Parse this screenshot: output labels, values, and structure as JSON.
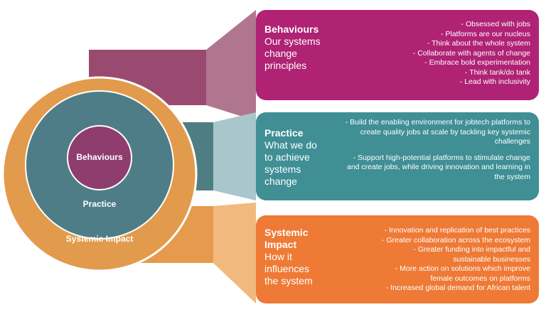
{
  "colors": {
    "behaviours": "#AF2274",
    "behaviours_band": "#B0768F",
    "behaviours_band_dark": "#9A4A70",
    "practice": "#3F8F95",
    "practice_band": "#A8C6CB",
    "practice_band_dark": "#4E7E83",
    "impact": "#EE7A36",
    "impact_band": "#F1B97D",
    "impact_band_dark": "#E59A4E",
    "outer_ring": "#E29B4C",
    "middle_ring": "#4F7D87",
    "inner_circle": "#8E3D6E"
  },
  "circle": {
    "inner_label": "Behaviours",
    "middle_label": "Practice",
    "outer_label": "Systemic Impact"
  },
  "panels": {
    "behaviours": {
      "title": "Behaviours",
      "subtitle_lines": [
        "Our systems",
        "change",
        "principles"
      ],
      "points": [
        "- Obsessed with jobs",
        "- Platforms are our nucleus",
        "- Think about the whole system",
        "- Collaborate with agents of change",
        "- Embrace bold experimentation",
        "- Think tank/do tank",
        "- Lead with inclusivity"
      ]
    },
    "practice": {
      "title": "Practice",
      "subtitle_lines": [
        "What we do",
        "to achieve",
        "systems",
        "change"
      ],
      "points": [
        "- Build the enabling environment for jobtech platforms to create quality jobs at scale by tackling key systemic challenges",
        "- Support high-potential platforms to stimulate change and create jobs, while driving innovation and learning in the system"
      ]
    },
    "impact": {
      "title_lines": [
        "Systemic",
        "Impact"
      ],
      "subtitle_lines": [
        "How it",
        "influences",
        "the system"
      ],
      "points": [
        "- Innovation and replication of best practices",
        "- Greater collaboration across the ecosystem",
        "- Greater funding into impactful and",
        "sustainable businesses",
        "- More action on solutions which improve",
        "female outcomes on platforms",
        "- Increased global demand for African talent"
      ]
    }
  }
}
